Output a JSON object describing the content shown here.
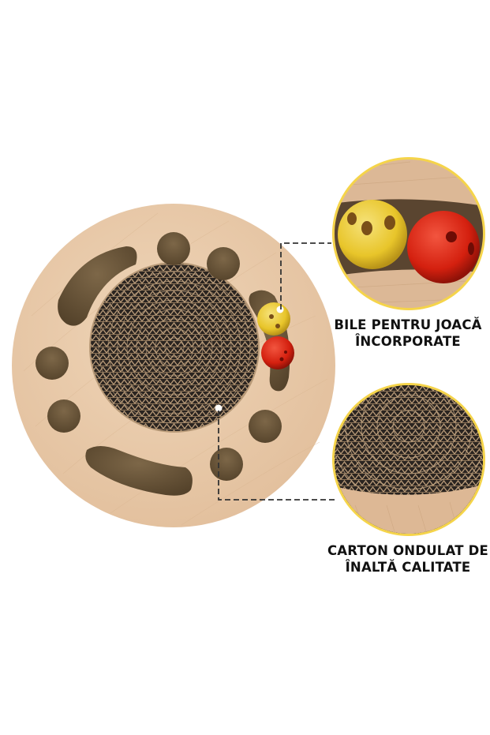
{
  "product": {
    "type": "circular cardboard cat scratcher with ball track"
  },
  "callouts": [
    {
      "id": "balls",
      "line1": "BILE PENTRU JOACĂ",
      "line2": "ÎNCORPORATE",
      "ring_color": "#f5d44a"
    },
    {
      "id": "cardboard",
      "line1": "CARTON ONDULAT DE",
      "line2": "ÎNALTĂ CALITATE",
      "ring_color": "#f5d44a"
    }
  ],
  "colors": {
    "background": "#ffffff",
    "wood": "#e8c9a8",
    "wood_dark": "#d9b28f",
    "hole": "#6f5a3c",
    "cardboard_dark": "#2a2420",
    "cardboard_light": "#b89a78",
    "ball_yellow": "#e8c52a",
    "ball_red": "#d4200f",
    "dash_line": "#333333",
    "text": "#111111"
  }
}
